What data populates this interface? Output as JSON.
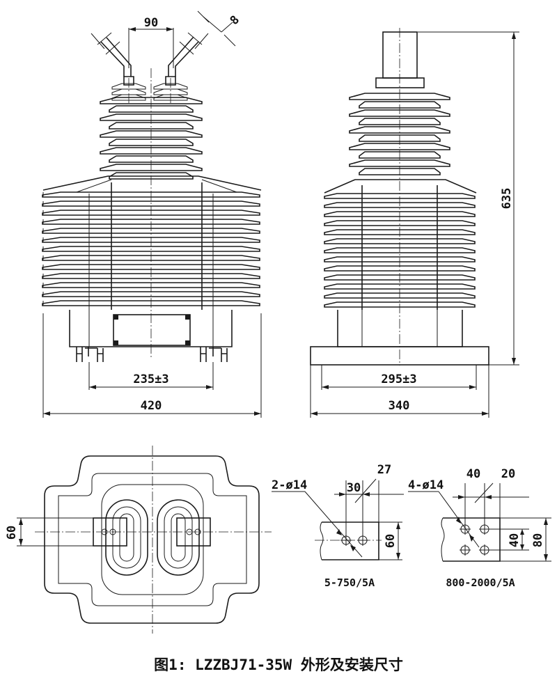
{
  "front_view": {
    "dim_terminal_spacing": "90",
    "dim_lead_diameter": "8",
    "dim_mount_spacing": "235±3",
    "dim_overall_width": "420"
  },
  "side_view": {
    "dim_height": "635",
    "dim_mount_spacing": "295±3",
    "dim_overall_width": "340"
  },
  "plan_view": {
    "dim_terminal": "60"
  },
  "terminal_small": {
    "holes": "2-ø14",
    "dim_spacing": "30",
    "dim_edge": "27",
    "dim_height": "60",
    "rating": "5-750/5A"
  },
  "terminal_large": {
    "holes": "4-ø14",
    "dim_spacing": "40",
    "dim_edge": "20",
    "dim_inner": "40",
    "dim_height": "80",
    "rating": "800-2000/5A"
  },
  "caption": "图1: LZZBJ71-35W 外形及安装尺寸"
}
